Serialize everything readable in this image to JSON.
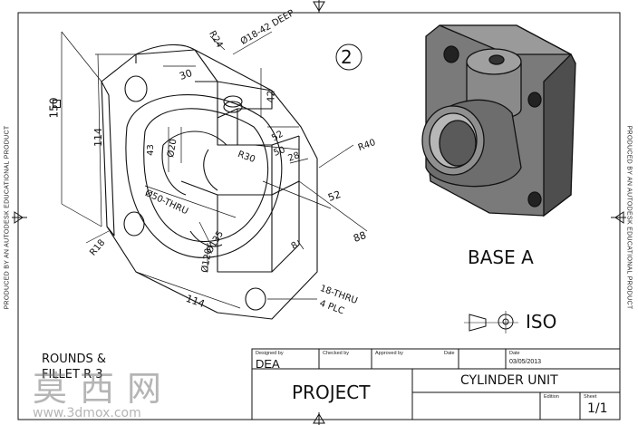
{
  "sheet": {
    "side_note": "PRODUCED BY AN AUTODESK EDUCATIONAL PRODUCT",
    "view_number": "2",
    "part_name": "BASE A",
    "projection": "ISO",
    "notes": "ROUNDS & FILLET R 3"
  },
  "dimensions": {
    "d150": "150",
    "d114_left": "114",
    "d30": "30",
    "r24": "R24",
    "hole_deep": "Ø18-42 DEEP",
    "d42": "42",
    "d43": "43",
    "dia20": "Ø20",
    "d52_small": "52",
    "r30": "R30",
    "d50": "50",
    "d28": "28",
    "r40": "R40",
    "d52": "52",
    "bore_thru": "Ø50-THRU",
    "dia135": "Ø135",
    "dia120": "Ø120",
    "d88": "88",
    "d8": "8",
    "r18": "R18",
    "d114_bottom": "114",
    "holes": "18-THRU",
    "holes_count": "4 PLC"
  },
  "title_block": {
    "designed_by_label": "Designed by",
    "designed_by": "DEA",
    "checked_by_label": "Checked by",
    "approved_by_label": "Approved by",
    "date_label": "Date",
    "date_label2": "Date",
    "date": "03/05/2013",
    "project": "PROJECT",
    "title": "CYLINDER UNIT",
    "edition_label": "Edition",
    "sheet_label": "Sheet",
    "sheet": "1/1"
  },
  "watermark": {
    "cn": "莫西网",
    "url": "www.3dmox.com"
  }
}
